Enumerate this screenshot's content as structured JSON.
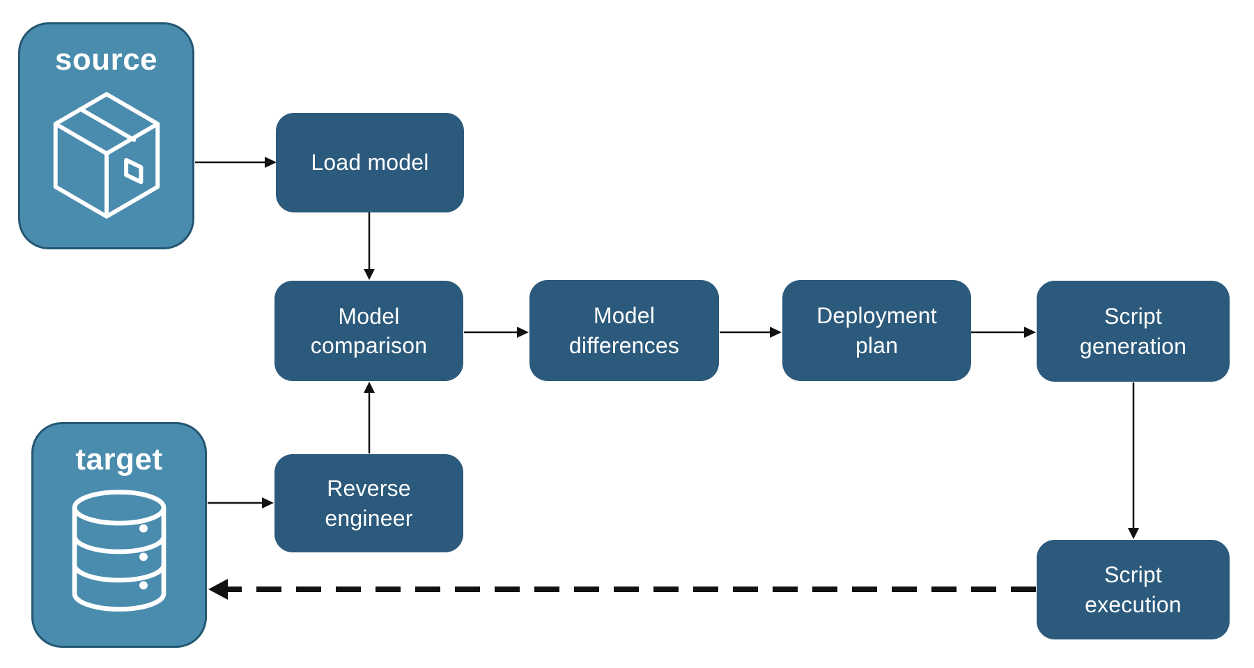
{
  "diagram": {
    "type": "flowchart",
    "background": "#FFFFFF",
    "colors": {
      "background": "#FFFFFF",
      "node_fill": "#2C5A7C",
      "node_text": "#FFFFFF",
      "endpoint_fill": "#4A8CAD",
      "endpoint_border": "#235672",
      "endpoint_text": "#FFFFFF",
      "connector": "#111111"
    },
    "nodes": {
      "source": {
        "label": "source",
        "icon": "package-icon"
      },
      "target": {
        "label": "target",
        "icon": "database-icon"
      },
      "load_model": {
        "label": "Load model"
      },
      "model_comparison": {
        "label": "Model comparison"
      },
      "model_differences": {
        "label": "Model differences"
      },
      "deployment_plan": {
        "label": "Deployment plan"
      },
      "script_generation": {
        "label": "Script generation"
      },
      "reverse_engineer": {
        "label": "Reverse engineer"
      },
      "script_execution": {
        "label": "Script execution"
      }
    },
    "edges": [
      {
        "from": "source",
        "to": "load_model",
        "style": "solid"
      },
      {
        "from": "load_model",
        "to": "model_comparison",
        "style": "solid"
      },
      {
        "from": "model_comparison",
        "to": "model_differences",
        "style": "solid"
      },
      {
        "from": "model_differences",
        "to": "deployment_plan",
        "style": "solid"
      },
      {
        "from": "deployment_plan",
        "to": "script_generation",
        "style": "solid"
      },
      {
        "from": "script_generation",
        "to": "script_execution",
        "style": "solid"
      },
      {
        "from": "target",
        "to": "reverse_engineer",
        "style": "solid"
      },
      {
        "from": "reverse_engineer",
        "to": "model_comparison",
        "style": "solid"
      },
      {
        "from": "script_execution",
        "to": "target",
        "style": "dashed"
      }
    ]
  }
}
